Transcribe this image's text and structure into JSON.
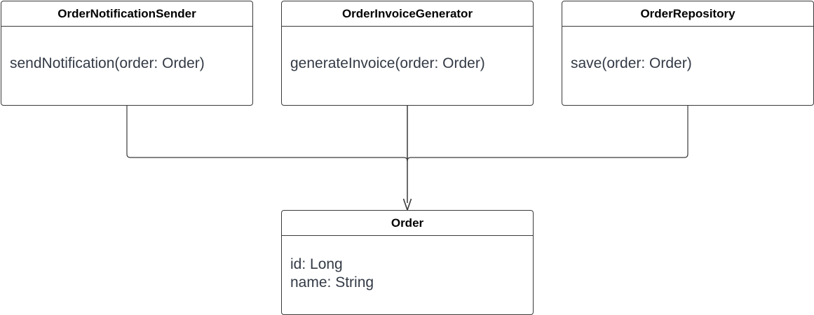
{
  "diagram": {
    "classes": [
      {
        "id": "order-notification-sender",
        "name": "OrderNotificationSender",
        "members": [
          "sendNotification(order: Order)"
        ]
      },
      {
        "id": "order-invoice-generator",
        "name": "OrderInvoiceGenerator",
        "members": [
          "generateInvoice(order: Order)"
        ]
      },
      {
        "id": "order-repository",
        "name": "OrderRepository",
        "members": [
          "save(order: Order)"
        ]
      },
      {
        "id": "order",
        "name": "Order",
        "members": [
          "id: Long",
          "name: String"
        ]
      }
    ],
    "relationships": [
      {
        "from": "OrderNotificationSender",
        "to": "Order",
        "type": "dependency-arrow"
      },
      {
        "from": "OrderInvoiceGenerator",
        "to": "Order",
        "type": "dependency-arrow"
      },
      {
        "from": "OrderRepository",
        "to": "Order",
        "type": "dependency-arrow"
      }
    ],
    "colors": {
      "border": "#3a3a3a",
      "title_text": "#000000",
      "member_text": "#333a45",
      "connector": "#3a3a3a"
    }
  }
}
